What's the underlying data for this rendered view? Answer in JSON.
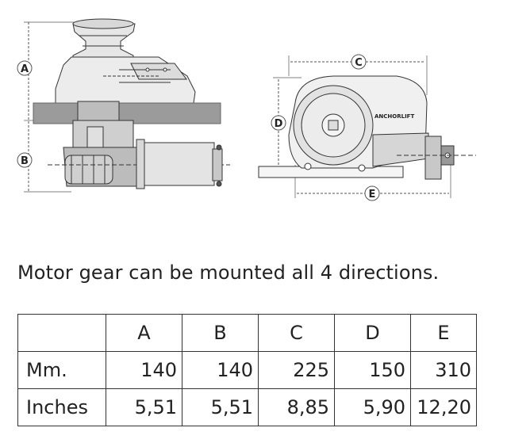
{
  "drawing": {
    "labels": {
      "a": "A",
      "b": "B",
      "c": "C",
      "d": "D",
      "e": "E"
    },
    "brand": "ANCHORLIFT"
  },
  "caption": "Motor gear can be mounted all 4 directions.",
  "table": {
    "headers": [
      "",
      "A",
      "B",
      "C",
      "D",
      "E"
    ],
    "rows": [
      {
        "label": "Mm.",
        "values": [
          "140",
          "140",
          "225",
          "150",
          "310"
        ]
      },
      {
        "label": "Inches",
        "values": [
          "5,51",
          "5,51",
          "8,85",
          "5,90",
          "12,20"
        ]
      }
    ]
  }
}
